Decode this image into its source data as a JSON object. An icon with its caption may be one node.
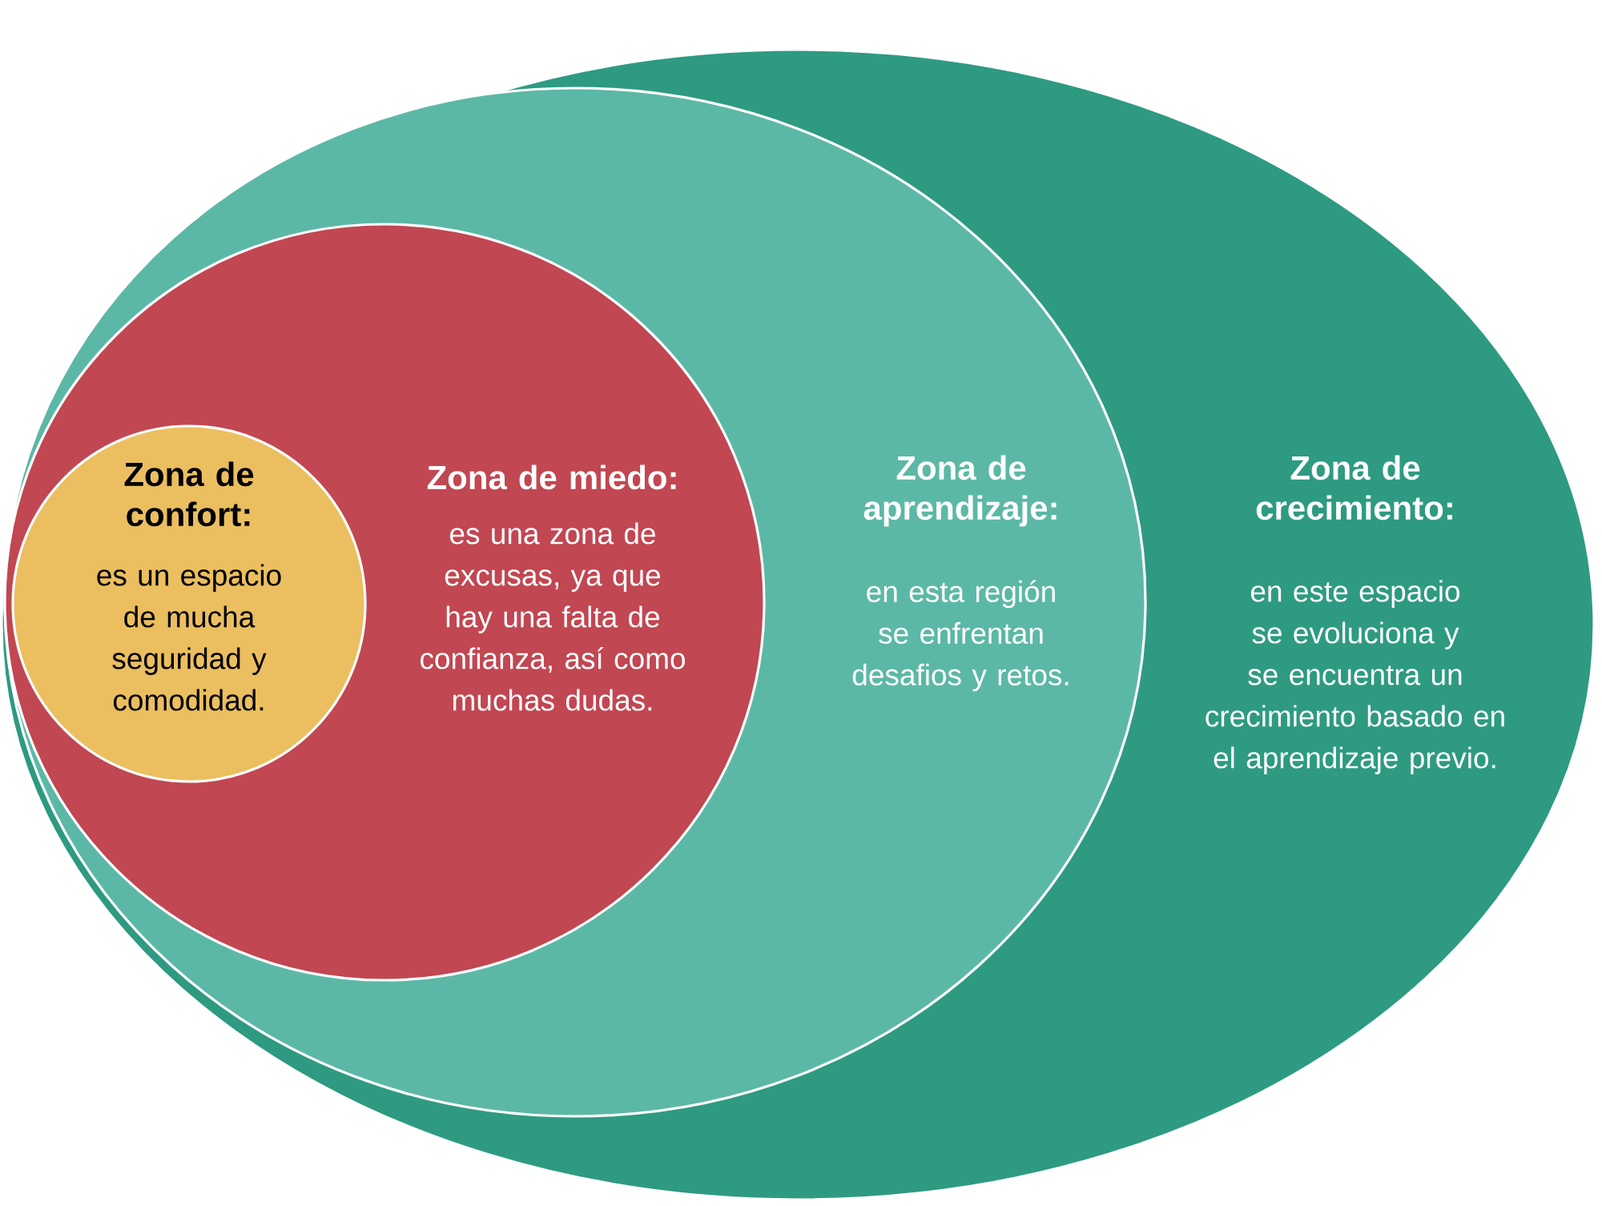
{
  "diagram": {
    "nodes": [
      {
        "text": [
          "Zona de crecimiento:",
          "en este espacio se evoluciona y se encuentra un crecimiento basado en el aprendizaje previo."
        ]
      },
      {
        "text": [
          "Zona de aprendizaje:",
          "en esta región se enfrentan desafios y retos."
        ],
        "in": 0
      },
      {
        "text": [
          "Zona de miedo:",
          "es una zona de excusas, ya que hay una falta de confianza, así como muchas dudas."
        ],
        "in": 1
      },
      {
        "text": [
          "Zona de confort:",
          "es un espacio de mucha seguridad y comodidad."
        ],
        "in": 2
      }
    ]
  }
}
